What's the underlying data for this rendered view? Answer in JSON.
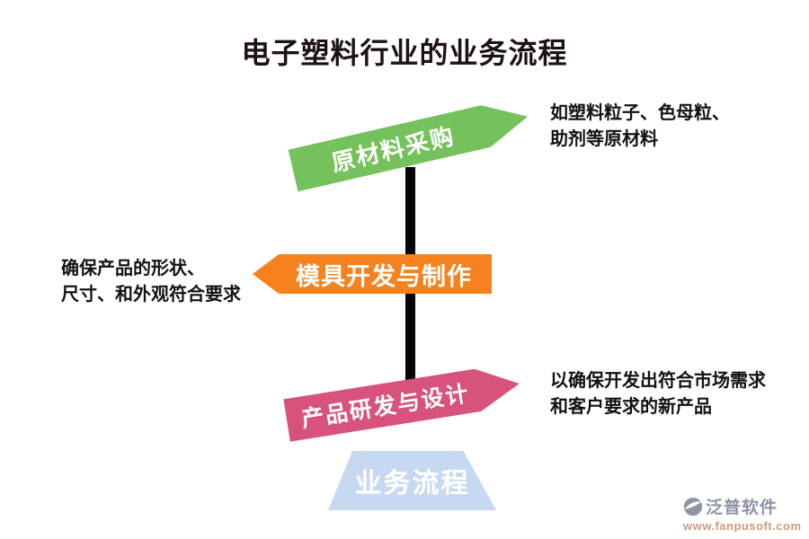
{
  "title": "电子塑料行业的业务流程",
  "diagram": {
    "type": "signpost-flow",
    "pole_color": "#050505",
    "banners": {
      "procurement": {
        "label": "原材料采购",
        "color": "#75c25c",
        "direction": "right",
        "tilt_deg": -13
      },
      "mold": {
        "label": "模具开发与制作",
        "color": "#f5821f",
        "direction": "left",
        "tilt_deg": 0
      },
      "design": {
        "label": "产品研发与设计",
        "color": "#d7537b",
        "direction": "right",
        "tilt_deg": -9
      }
    },
    "base": {
      "label": "业务流程",
      "color": "#c7d9f1"
    },
    "annotations": {
      "raw_material": {
        "lines": [
          "如塑料粒子、色母粒、",
          "助剂等原材料"
        ]
      },
      "mold_dev": {
        "lines": [
          "确保产品的形状、",
          "尺寸、和外观符合要求"
        ]
      },
      "rnd": {
        "lines": [
          "以确保开发出符合市场需求",
          "和客户要求的新产品"
        ]
      }
    }
  },
  "footer": {
    "brand": "泛普软件",
    "url": "www.fanpusoft.com",
    "brand_color": "#8d95a6",
    "url_color": "#c99c80"
  }
}
